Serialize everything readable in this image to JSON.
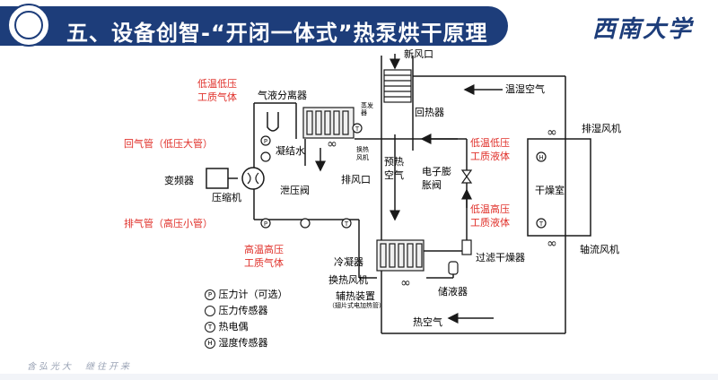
{
  "header": {
    "title": "五、设备创智-“开闭一体式”热泵烘干原理",
    "university": "西南大学"
  },
  "labels": {
    "fresh_air_inlet": "新风口",
    "warm_humid_air": "温湿空气",
    "reheater": "回热器",
    "exhaust_fan": "排湿风机",
    "gas_liquid_separator": "气液分离器",
    "evaporator": "蒸发器",
    "condensate": "凝结水",
    "evap_fan": "换热风机",
    "exhaust_outlet": "排风口",
    "preheat_air": "预热空气",
    "expansion_valve": "电子膨胀阀",
    "drying_room": "干燥室",
    "inverter": "变频器",
    "compressor": "压缩机",
    "relief_valve": "泄压阀",
    "condenser": "冷凝器",
    "cond_fan": "换热风机",
    "aux_heater": "辅热装置",
    "aux_heater_note": "（翅片式电加热管）",
    "liquid_receiver": "储液器",
    "filter_dryer": "过滤干燥器",
    "hot_air": "热空气",
    "axial_fan": "轴流风机"
  },
  "red_labels": {
    "low_temp_low_pressure_gas": "低温低压工质气体",
    "return_pipe": "回气管（低压大管）",
    "discharge_pipe": "排气管（高压小管）",
    "high_temp_high_pressure_gas": "高温高压工质气体",
    "low_temp_low_pressure_liquid": "低温低压工质液体",
    "low_temp_high_pressure_liquid": "低温高压工质液体"
  },
  "legend": [
    {
      "symbol": "P",
      "circle": true,
      "text": "压力计（可选）"
    },
    {
      "symbol": "",
      "circle": true,
      "text": "压力传感器"
    },
    {
      "symbol": "T",
      "circle": true,
      "text": "热电偶"
    },
    {
      "symbol": "H",
      "circle": true,
      "text": "湿度传感器"
    }
  ],
  "footer": {
    "motto": "含弘光大　继往开来"
  },
  "colors": {
    "brand": "#1d3d7a",
    "red_text": "#e0312b",
    "line": "#1a1a1a"
  }
}
